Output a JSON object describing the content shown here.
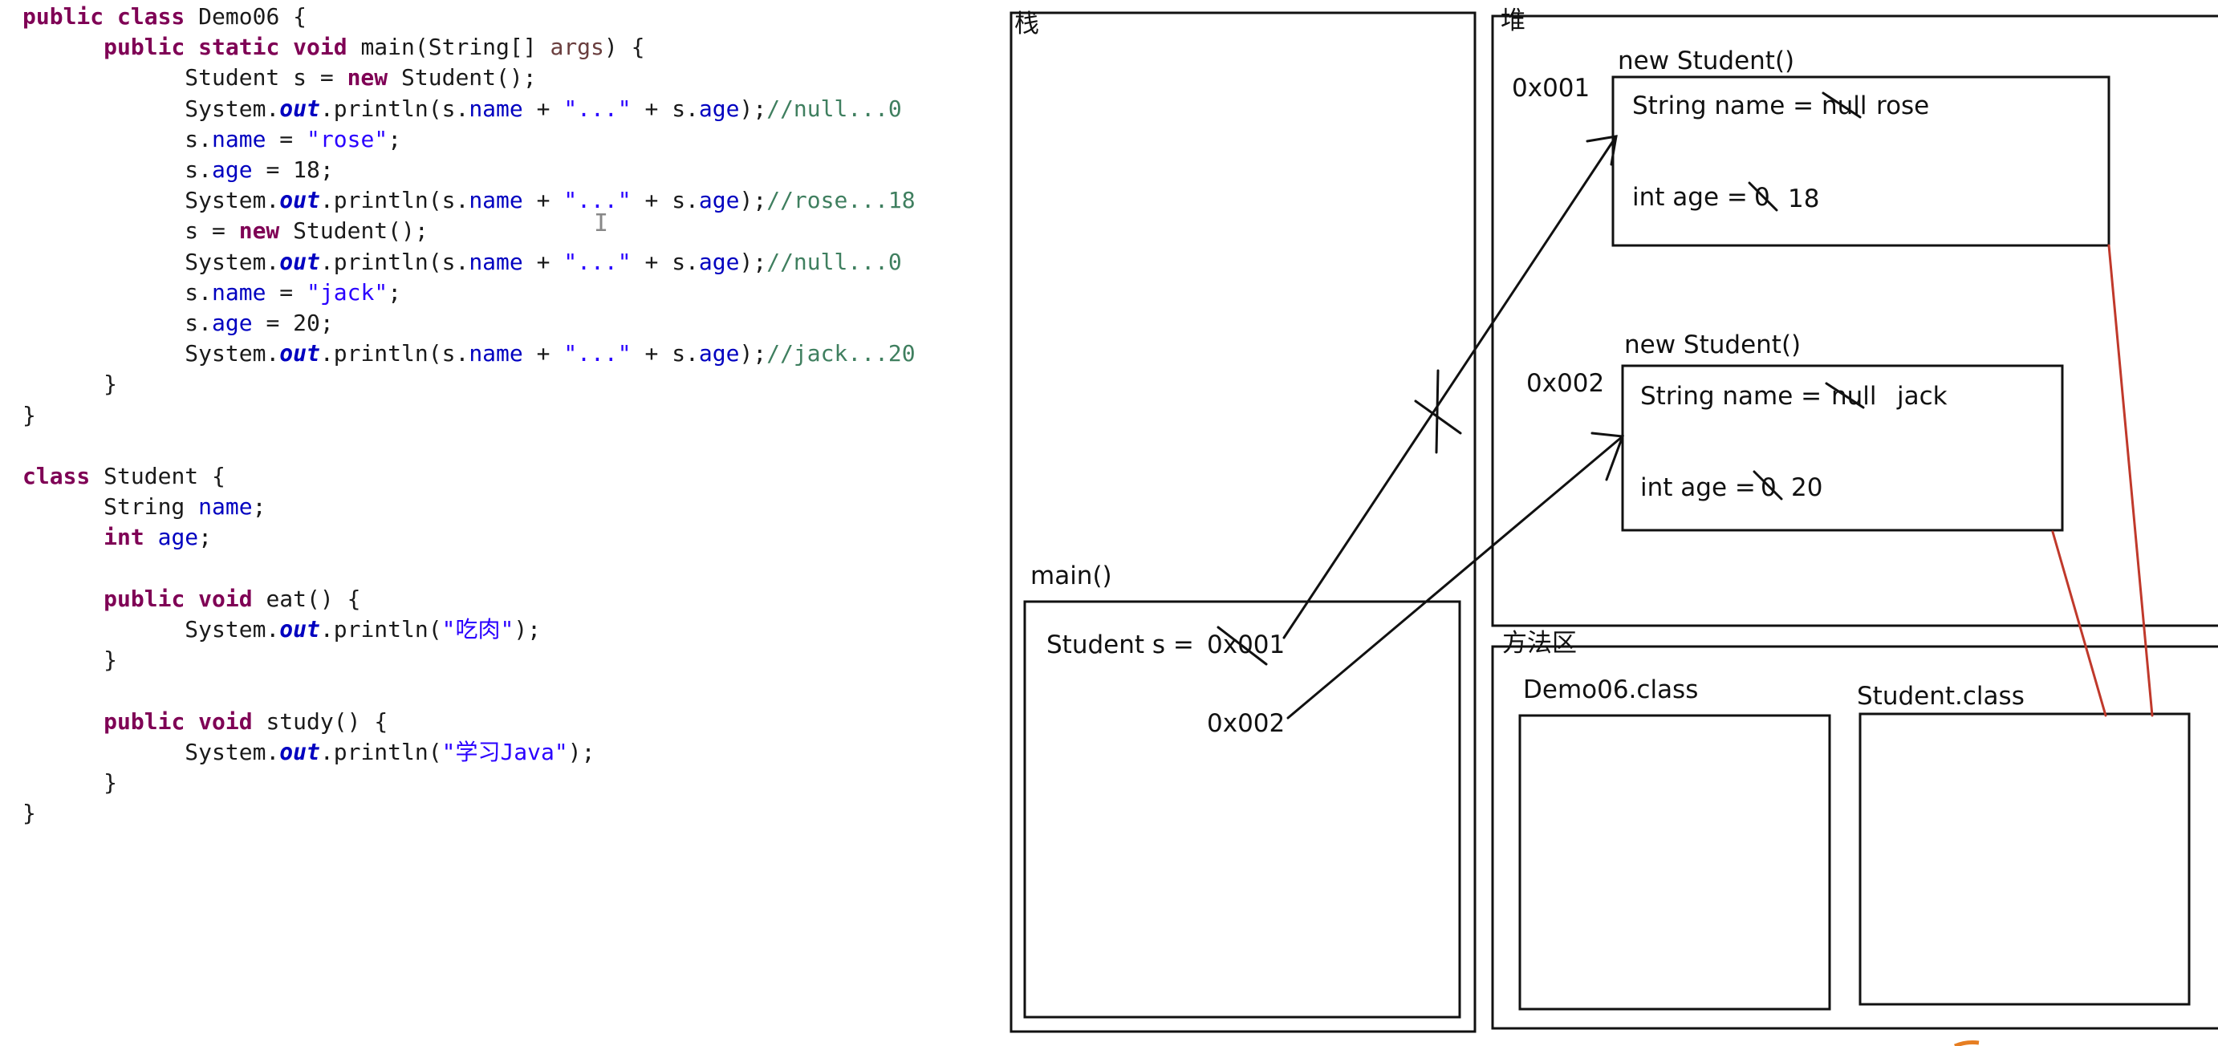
{
  "code": {
    "lines": [
      [
        [
          "kw",
          "public class "
        ],
        [
          "",
          "Demo06 {"
        ]
      ],
      [
        [
          "",
          "      "
        ],
        [
          "kw",
          "public static void "
        ],
        [
          "",
          "main(String[] "
        ],
        [
          "prm",
          "args"
        ],
        [
          "",
          ") {"
        ]
      ],
      [
        [
          "",
          "            Student s = "
        ],
        [
          "kw",
          "new "
        ],
        [
          "",
          "Student();"
        ]
      ],
      [
        [
          "",
          "            System."
        ],
        [
          "fi",
          "out"
        ],
        [
          "",
          ".println(s."
        ],
        [
          "fld",
          "name"
        ],
        [
          "",
          " + "
        ],
        [
          "str",
          "\"...\""
        ],
        [
          "",
          " + s."
        ],
        [
          "fld",
          "age"
        ],
        [
          "",
          ");"
        ],
        [
          "cm",
          "//null...0"
        ]
      ],
      [
        [
          "",
          "            s."
        ],
        [
          "fld",
          "name"
        ],
        [
          "",
          " = "
        ],
        [
          "str",
          "\"rose\""
        ],
        [
          "",
          ";"
        ]
      ],
      [
        [
          "",
          "            s."
        ],
        [
          "fld",
          "age"
        ],
        [
          "",
          " = 18;"
        ]
      ],
      [
        [
          "",
          "            System."
        ],
        [
          "fi",
          "out"
        ],
        [
          "",
          ".println(s."
        ],
        [
          "fld",
          "name"
        ],
        [
          "",
          " + "
        ],
        [
          "str",
          "\"...\""
        ],
        [
          "",
          " + s."
        ],
        [
          "fld",
          "age"
        ],
        [
          "",
          ");"
        ],
        [
          "cm",
          "//rose...18"
        ]
      ],
      [
        [
          "",
          "            s = "
        ],
        [
          "kw",
          "new "
        ],
        [
          "",
          "Student();"
        ]
      ],
      [
        [
          "",
          "            System."
        ],
        [
          "fi",
          "out"
        ],
        [
          "",
          ".println(s."
        ],
        [
          "fld",
          "name"
        ],
        [
          "",
          " + "
        ],
        [
          "str",
          "\"...\""
        ],
        [
          "",
          " + s."
        ],
        [
          "fld",
          "age"
        ],
        [
          "",
          ");"
        ],
        [
          "cm",
          "//null...0"
        ]
      ],
      [
        [
          "",
          "            s."
        ],
        [
          "fld",
          "name"
        ],
        [
          "",
          " = "
        ],
        [
          "str",
          "\"jack\""
        ],
        [
          "",
          ";"
        ]
      ],
      [
        [
          "",
          "            s."
        ],
        [
          "fld",
          "age"
        ],
        [
          "",
          " = 20;"
        ]
      ],
      [
        [
          "",
          "            System."
        ],
        [
          "fi",
          "out"
        ],
        [
          "",
          ".println(s."
        ],
        [
          "fld",
          "name"
        ],
        [
          "",
          " + "
        ],
        [
          "str",
          "\"...\""
        ],
        [
          "",
          " + s."
        ],
        [
          "fld",
          "age"
        ],
        [
          "",
          ");"
        ],
        [
          "cm",
          "//jack...20"
        ]
      ],
      [
        [
          "",
          "      }"
        ]
      ],
      [
        [
          "",
          "}"
        ]
      ],
      [
        [
          "",
          ""
        ]
      ],
      [
        [
          "kw",
          "class "
        ],
        [
          "",
          "Student {"
        ]
      ],
      [
        [
          "",
          "      String "
        ],
        [
          "fld",
          "name"
        ],
        [
          "",
          ";"
        ]
      ],
      [
        [
          "",
          "      "
        ],
        [
          "kw",
          "int "
        ],
        [
          "fld",
          "age"
        ],
        [
          "",
          ";"
        ]
      ],
      [
        [
          "",
          ""
        ]
      ],
      [
        [
          "",
          "      "
        ],
        [
          "kw",
          "public void "
        ],
        [
          "",
          "eat() {"
        ]
      ],
      [
        [
          "",
          "            System."
        ],
        [
          "fi",
          "out"
        ],
        [
          "",
          ".println("
        ],
        [
          "str",
          "\"吃肉\""
        ],
        [
          "",
          ");"
        ]
      ],
      [
        [
          "",
          "      }"
        ]
      ],
      [
        [
          "",
          ""
        ]
      ],
      [
        [
          "",
          "      "
        ],
        [
          "kw",
          "public void "
        ],
        [
          "",
          "study() {"
        ]
      ],
      [
        [
          "",
          "            System."
        ],
        [
          "fi",
          "out"
        ],
        [
          "",
          ".println("
        ],
        [
          "str",
          "\"学习Java\""
        ],
        [
          "",
          ");"
        ]
      ],
      [
        [
          "",
          "      }"
        ]
      ],
      [
        [
          "",
          "}"
        ]
      ]
    ],
    "cursor_glyph": "I"
  },
  "diagram": {
    "stack_label": "栈",
    "heap_label": "堆",
    "method_area_label": "方法区",
    "main_frame_label": "main()",
    "stack_var": "Student s =",
    "stack_addr_old": "0x001",
    "stack_addr_new": "0x002",
    "obj1": {
      "title": "new Student()",
      "addr": "0x001",
      "name_line": "String name =",
      "name_old": "null",
      "name_new": "rose",
      "age_line": "int age =",
      "age_old": "0",
      "age_new": "18"
    },
    "obj2": {
      "title": "new Student()",
      "addr": "0x002",
      "name_line": "String name =",
      "name_old": "null",
      "name_new": "jack",
      "age_line": "int age =",
      "age_old": "0",
      "age_new": "20"
    },
    "class1": "Demo06.class",
    "class2": "Student.class",
    "colors": {
      "ink": "#111111",
      "link": "#c0392b"
    }
  }
}
